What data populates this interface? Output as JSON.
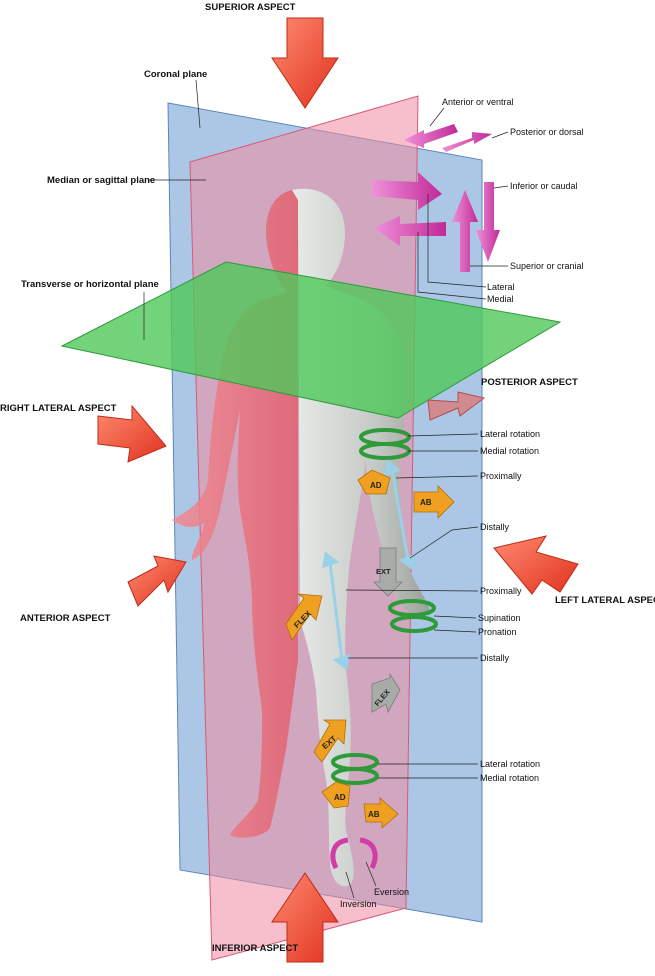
{
  "aspects": {
    "superior": "SUPERIOR ASPECT",
    "inferior": "INFERIOR ASPECT",
    "right_lateral": "RIGHT LATERAL ASPECT",
    "left_lateral": "LEFT LATERAL ASPECT",
    "anterior": "ANTERIOR ASPECT",
    "posterior": "POSTERIOR ASPECT"
  },
  "planes": {
    "coronal": "Coronal plane",
    "median": "Median or sagittal plane",
    "transverse": "Transverse or horizontal plane"
  },
  "directions": {
    "anterior": "Anterior or ventral",
    "posterior": "Posterior or dorsal",
    "inferior": "Inferior or caudal",
    "superior": "Superior or cranial",
    "lateral": "Lateral",
    "medial": "Medial"
  },
  "movements": {
    "lateral_rotation_arm": "Lateral rotation",
    "medial_rotation_arm": "Medial rotation",
    "proximally_arm": "Proximally",
    "distally_arm": "Distally",
    "proximally_leg": "Proximally",
    "supination": "Supination",
    "pronation": "Pronation",
    "distally_leg": "Distally",
    "lateral_rotation_leg": "Lateral rotation",
    "medial_rotation_leg": "Medial rotation",
    "eversion": "Eversion",
    "inversion": "Inversion"
  },
  "arrow_tags": {
    "ad_arm": "AD",
    "ab_arm": "AB",
    "ext_arm": "EXT",
    "flex_leg": "FLEX",
    "flex_knee": "FLEX",
    "ext_knee": "EXT",
    "ad_foot": "AD",
    "ab_foot": "AB"
  },
  "colors": {
    "aspect_arrow": "#f0503c",
    "coronal_plane": "#8fb4dc",
    "sagittal_plane": "#f08aa0",
    "transverse_plane": "#4fc85a",
    "direction_arrow": "#d23ca8",
    "tag_arrow": "#f0a020",
    "rotation_arrow": "#2e9a3a",
    "skin_gray": "#c8ccc8"
  }
}
